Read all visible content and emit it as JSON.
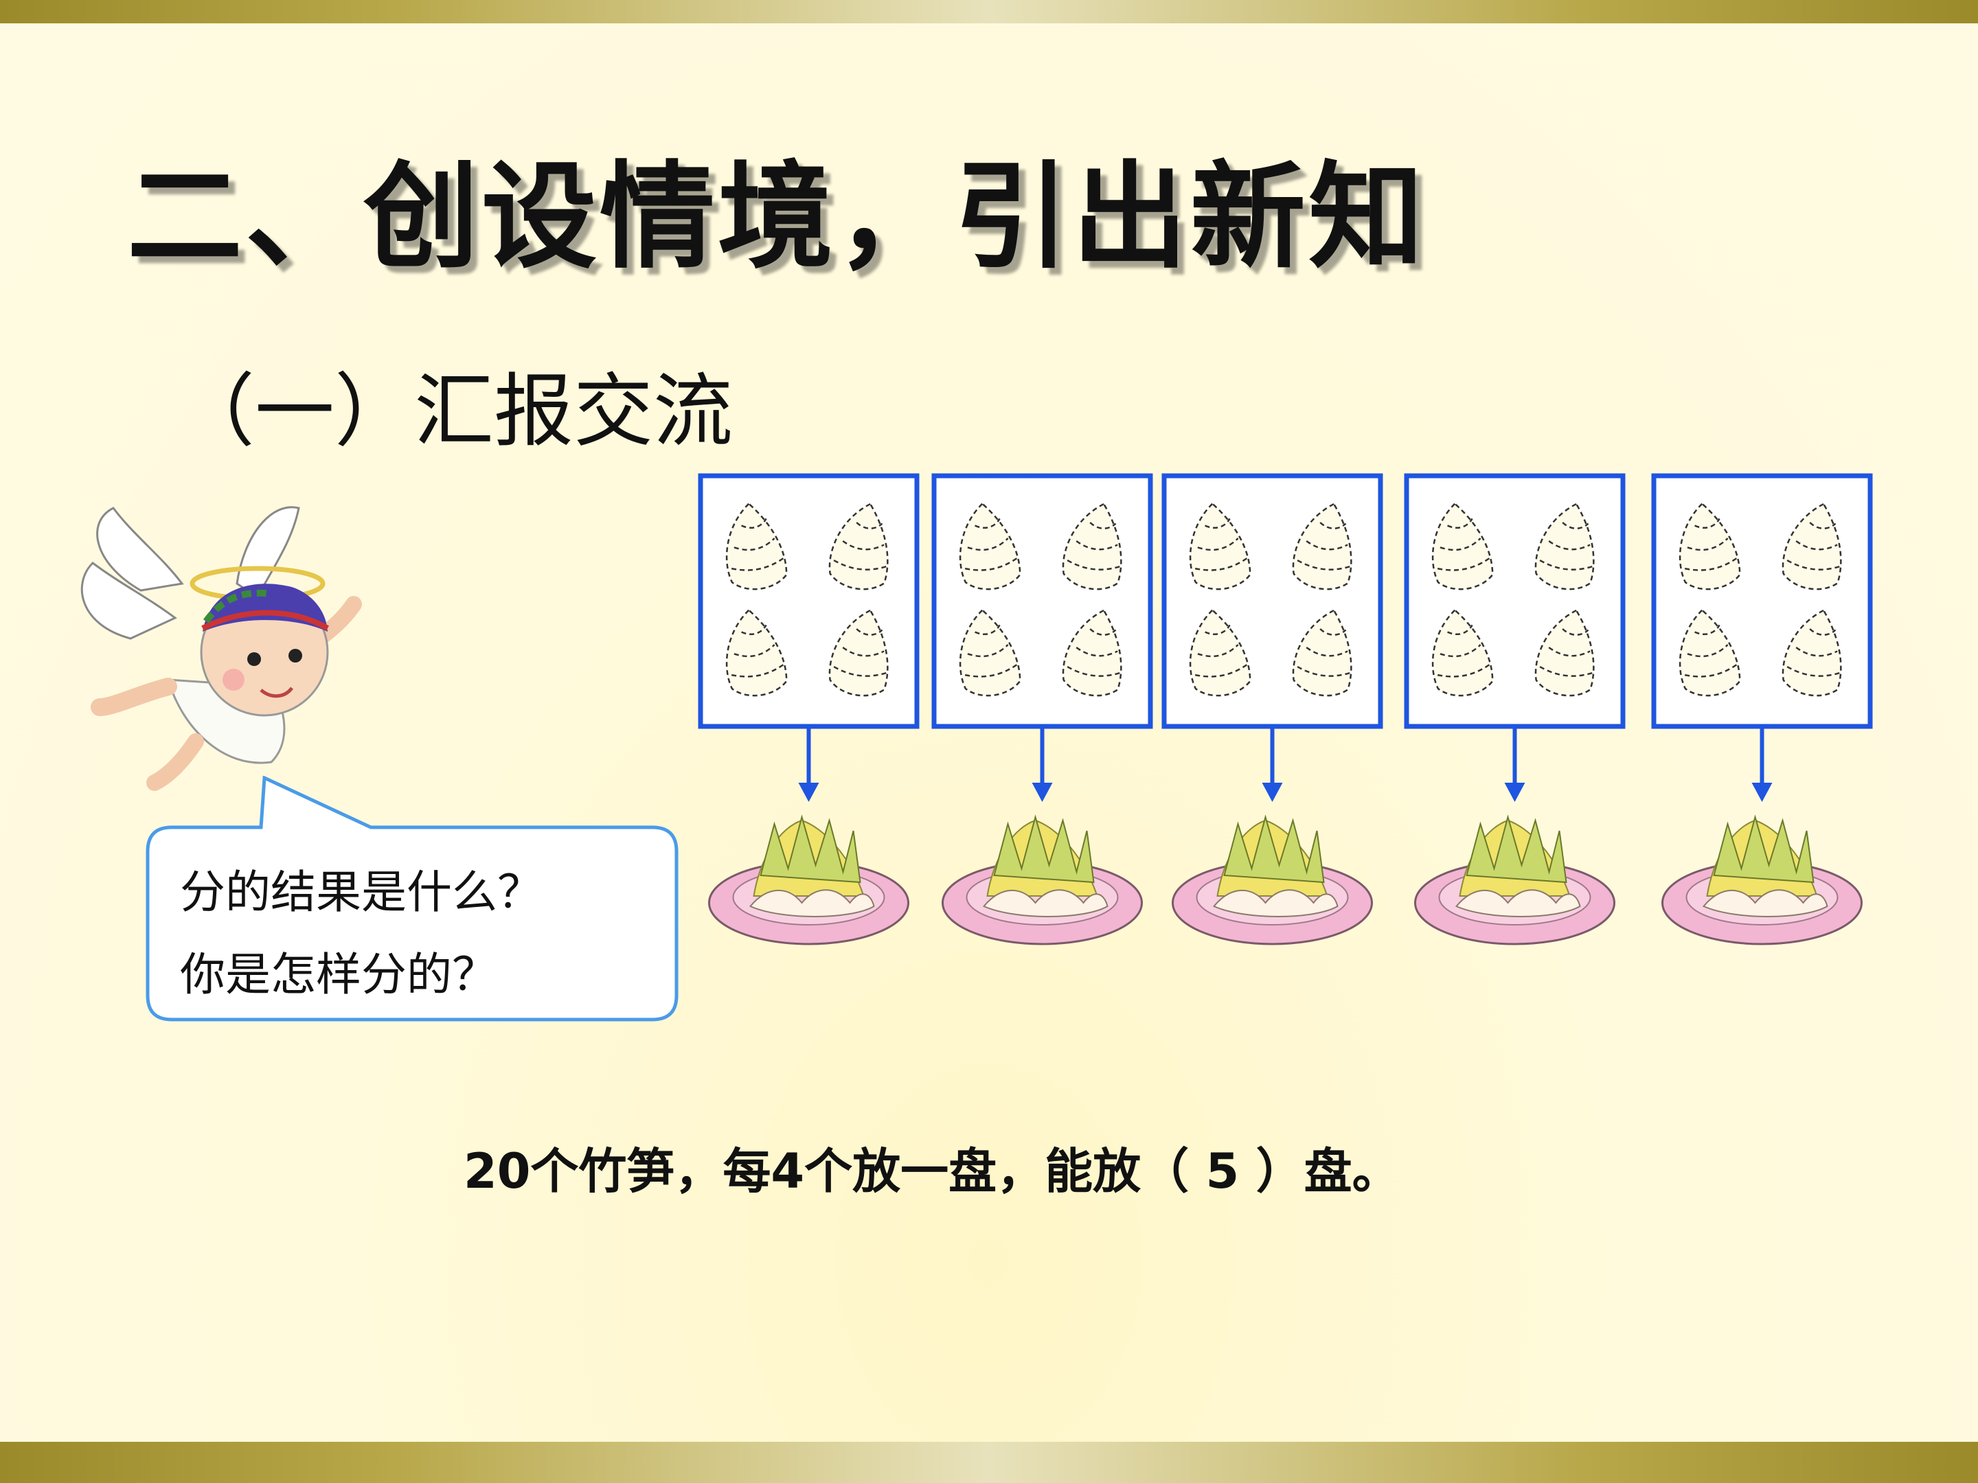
{
  "slide": {
    "title": "二、创设情境，引出新知",
    "subtitle": "（一）汇报交流",
    "bubble": {
      "line1": "分的结果是什么？",
      "line2": "你是怎样分的？"
    },
    "equation": "20个竹笋，每4个放一盘，能放（  5  ）盘。"
  },
  "groups": {
    "count": 5,
    "items_per_group": 4
  },
  "colors": {
    "accent_blue": "#1f55e0",
    "bubble_border": "#4a9be8",
    "plate_pink": "#f3b6d2",
    "band_gold": "#b8a84a"
  }
}
